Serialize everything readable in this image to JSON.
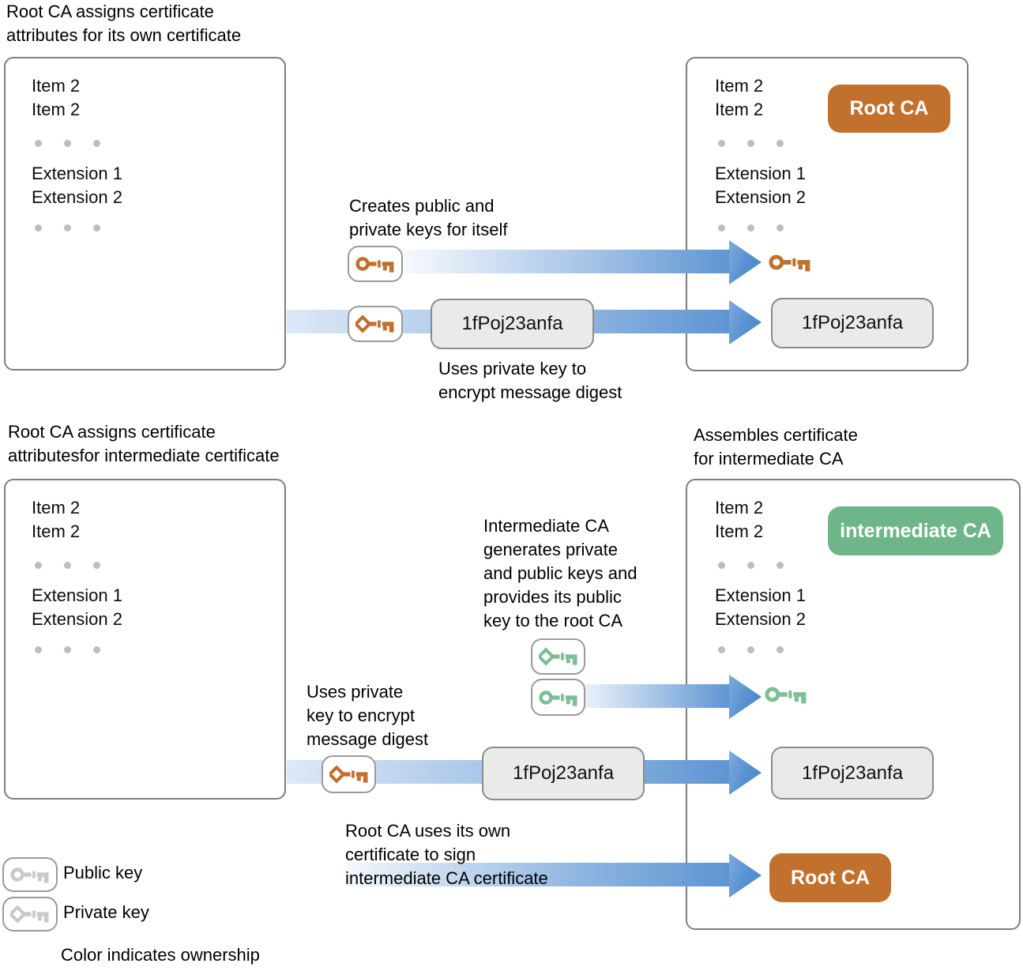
{
  "colors": {
    "root_ca_badge": "#C2702E",
    "intermediate_badge": "#6FB58A",
    "key_orange": "#C0702C",
    "key_green": "#7CBE95",
    "key_gray": "#C9C9C9"
  },
  "top": {
    "caption": [
      "Root CA assigns certificate",
      "attributes for its own certificate"
    ],
    "left_box": {
      "item1": "Item 2",
      "item2": "Item 2",
      "ext1": "Extension 1",
      "ext2": "Extension 2"
    },
    "creates_caption": [
      "Creates public and",
      "private keys for itself"
    ],
    "uses_caption": [
      "Uses private key to",
      "encrypt message digest"
    ],
    "hash": "1fPoj23anfa",
    "right_box": {
      "item1": "Item 2",
      "item2": "Item 2",
      "badge": "Root CA",
      "ext1": "Extension 1",
      "ext2": "Extension 2",
      "hash": "1fPoj23anfa"
    }
  },
  "bottom": {
    "caption": [
      "Root CA assigns certificate",
      "attributesfor intermediate certificate"
    ],
    "assembles_caption": [
      "Assembles certificate",
      "for intermediate CA"
    ],
    "left_box": {
      "item1": "Item 2",
      "item2": "Item 2",
      "ext1": "Extension 1",
      "ext2": "Extension 2"
    },
    "generates_caption": [
      "Intermediate CA",
      "generates private",
      "and public keys and",
      "provides its public",
      "key to the root CA"
    ],
    "uses_caption": [
      "Uses private",
      "key to encrypt",
      "message digest"
    ],
    "signs_caption": [
      "Root CA uses its own",
      "certificate to sign",
      "intermediate CA certificate"
    ],
    "hash": "1fPoj23anfa",
    "right_box": {
      "item1": "Item 2",
      "item2": "Item 2",
      "badge": "intermediate CA",
      "ext1": "Extension 1",
      "ext2": "Extension 2",
      "hash": "1fPoj23anfa",
      "root_badge": "Root CA"
    }
  },
  "legend": {
    "public_label": "Public key",
    "private_label": "Private key",
    "note": "Color indicates ownership"
  }
}
